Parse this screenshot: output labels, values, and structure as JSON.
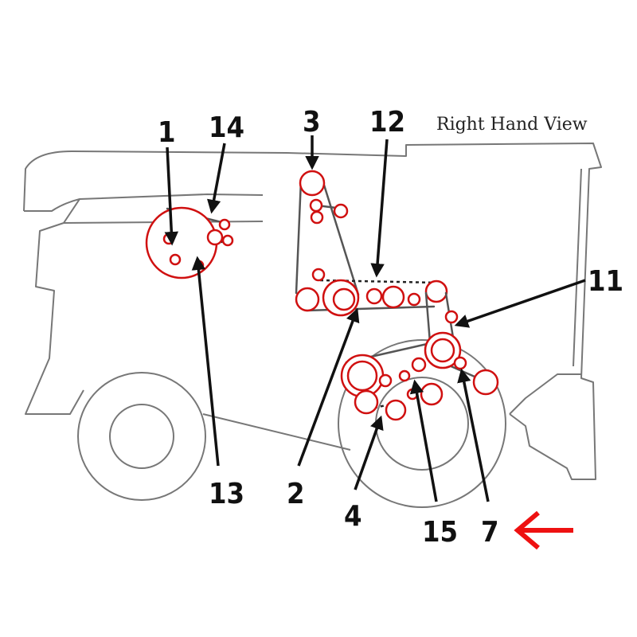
{
  "diagram": {
    "view_title": "Right Hand View",
    "callouts": {
      "c1": "1",
      "c14": "14",
      "c3": "3",
      "c12": "12",
      "c11": "11",
      "c13": "13",
      "c2": "2",
      "c4": "4",
      "c15": "15",
      "c7": "7"
    },
    "colors": {
      "pulley": "#d01010",
      "outline": "#777777",
      "leader": "#111111",
      "arrow": "#ee1111"
    },
    "icons": {
      "direction_arrow": "left-arrow-icon"
    }
  }
}
